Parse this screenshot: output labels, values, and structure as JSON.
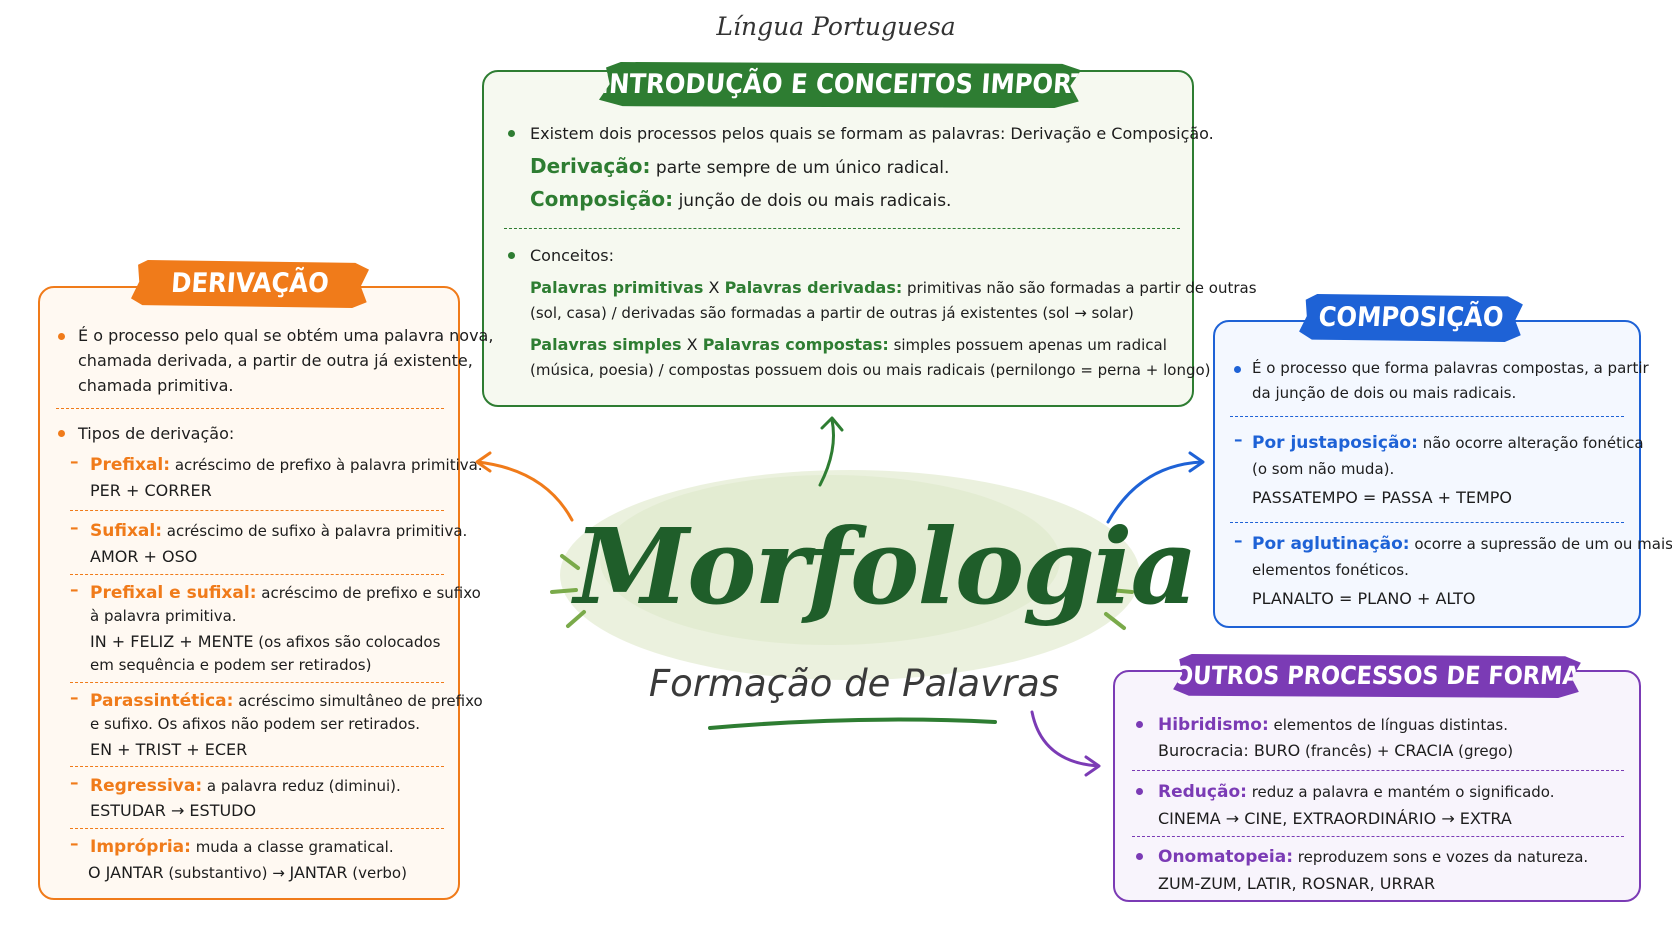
{
  "header": {
    "subject": "Língua Portuguesa"
  },
  "center": {
    "title": "Morfologia",
    "subtitle": "Formação de Palavras"
  },
  "colors": {
    "green": "#2e7d32",
    "orange": "#f07b1a",
    "blue": "#1e62d6",
    "purple": "#7b3bb5"
  },
  "intro": {
    "title": "INTRODUÇÃO E CONCEITOS IMPORTANTES",
    "line1": "Existem dois processos pelos quais se formam as palavras: Derivação e Composição.",
    "deriv_label": "Derivação:",
    "deriv_text": " parte sempre de um único radical.",
    "comp_label": "Composição:",
    "comp_text": " junção de dois ou mais radicais.",
    "concepts_label": "Conceitos:",
    "c1_a": "Palavras primitivas",
    "c1_x": " X ",
    "c1_b": "Palavras derivadas:",
    "c1_text": " primitivas não são formadas a partir de outras",
    "c1_text2": "(sol, casa) / derivadas são formadas a partir de outras já existentes (sol → solar)",
    "c2_a": "Palavras simples",
    "c2_x": " X ",
    "c2_b": "Palavras compostas:",
    "c2_text": " simples possuem apenas um radical",
    "c2_text2": "(música, poesia) / compostas possuem dois ou mais radicais (pernilongo = perna + longo)"
  },
  "derivacao": {
    "title": "DERIVAÇÃO",
    "def1": "É o processo pelo qual se obtém uma palavra nova,",
    "def2": "chamada derivada, a partir de outra já existente,",
    "def3": "chamada primitiva.",
    "types_label": "Tipos de derivação:",
    "prefixal_label": "Prefixal:",
    "prefixal_text": " acréscimo de prefixo à palavra primitiva.",
    "prefixal_ex": "PER + CORRER",
    "sufixal_label": "Sufixal:",
    "sufixal_text": " acréscimo de sufixo à palavra primitiva.",
    "sufixal_ex": "AMOR + OSO",
    "presuf_label": "Prefixal e sufixal:",
    "presuf_text": " acréscimo de prefixo e sufixo",
    "presuf_text2": "à palavra primitiva.",
    "presuf_ex": "IN + FELIZ + MENTE",
    "presuf_note": " (os afixos são colocados",
    "presuf_note2": "em sequência e podem ser retirados)",
    "paras_label": "Parassintética:",
    "paras_text": " acréscimo simultâneo de prefixo",
    "paras_text2": "e sufixo. Os afixos não podem ser retirados.",
    "paras_ex": "EN + TRIST + ECER",
    "regr_label": "Regressiva:",
    "regr_text": " a palavra reduz (diminui).",
    "regr_ex": "ESTUDAR → ESTUDO",
    "impr_label": "Imprópria:",
    "impr_text": " muda a classe gramatical.",
    "impr_ex1": "O JANTAR",
    "impr_ex1n": " (substantivo) → ",
    "impr_ex2": "JANTAR",
    "impr_ex2n": " (verbo)"
  },
  "composicao": {
    "title": "COMPOSIÇÃO",
    "def1": "É o processo que forma palavras compostas, a partir",
    "def2": "da junção de dois ou mais radicais.",
    "just_label": "Por justaposição:",
    "just_text": " não ocorre alteração fonética",
    "just_text2": "(o som não muda).",
    "just_ex": "PASSATEMPO = PASSA + TEMPO",
    "aglu_label": "Por aglutinação:",
    "aglu_text": " ocorre a supressão de um ou mais",
    "aglu_text2": "elementos fonéticos.",
    "aglu_ex": "PLANALTO = PLANO + ALTO"
  },
  "outros": {
    "title": "OUTROS PROCESSOS DE FORMAÇÃO",
    "hib_label": "Hibridismo:",
    "hib_text": " elementos de línguas distintas.",
    "hib_ex_a": "Burocracia: BURO",
    "hib_ex_b": " (francês) + ",
    "hib_ex_c": "CRACIA",
    "hib_ex_d": " (grego)",
    "red_label": "Redução:",
    "red_text": " reduz a palavra e mantém o significado.",
    "red_ex": "CINEMA → CINE, EXTRAORDINÁRIO → EXTRA",
    "ono_label": "Onomatopeia:",
    "ono_text": " reproduzem sons e vozes da natureza.",
    "ono_ex": "ZUM-ZUM, LATIR, ROSNAR, URRAR"
  }
}
